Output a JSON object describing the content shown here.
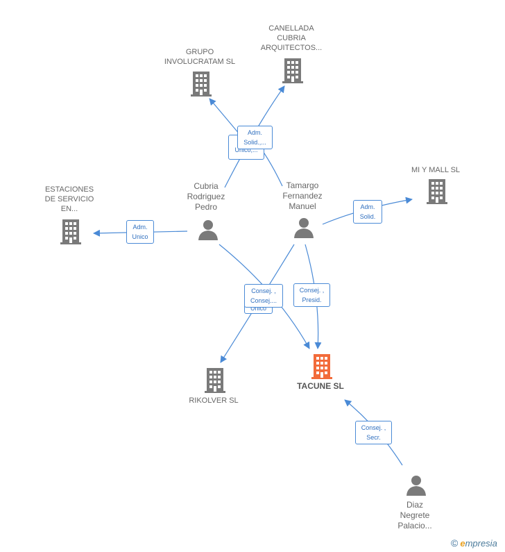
{
  "colors": {
    "edge": "#4a8ad6",
    "company": "#7a7a7a",
    "highlight": "#f26b3a",
    "person": "#7a7a7a"
  },
  "nodes": {
    "grupo": {
      "label": "GRUPO\nINVOLUCRATAM SL",
      "icon": "building-icon"
    },
    "canellada": {
      "label": "CANELLADA\nCUBRIA\nARQUITECTOS...",
      "icon": "building-icon"
    },
    "mimall": {
      "label": "MI Y MALL SL",
      "icon": "building-icon"
    },
    "estaciones": {
      "label": "ESTACIONES\nDE SERVICIO\nEN...",
      "icon": "building-icon"
    },
    "cubria": {
      "label": "Cubria\nRodriguez\nPedro",
      "icon": "person-icon"
    },
    "tamargo": {
      "label": "Tamargo\nFernandez\nManuel",
      "icon": "person-icon"
    },
    "rikolver": {
      "label": "RIKOLVER SL",
      "icon": "building-icon"
    },
    "tacune": {
      "label": "TACUNE SL",
      "icon": "building-icon"
    },
    "diaz": {
      "label": "Diaz\nNegrete\nPalacio...",
      "icon": "person-icon"
    }
  },
  "edge_labels": {
    "adm_solid_1": "Adm.\nSolid.,...",
    "adm_unico_1": "Adm.\nUnico,...",
    "adm_solid_2": "Adm.\nSolid.",
    "adm_unico_2": "Adm.\nUnico",
    "consej_1": "Consej. ,\nConsej....",
    "consej_1_under": "Unico",
    "consej_presid": "Consej. ,\nPresid.",
    "consej_secr": "Consej. ,\nSecr."
  },
  "footer": {
    "copyright": "©",
    "brand_e": "e",
    "brand_rest": "mpresia"
  }
}
